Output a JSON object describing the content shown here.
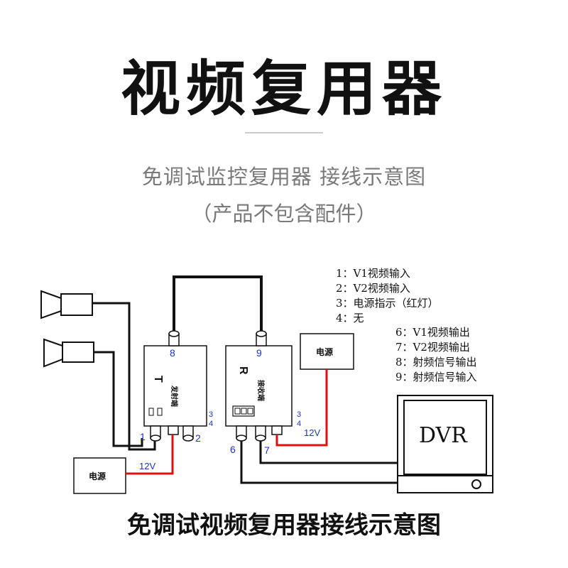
{
  "header": {
    "title": "视频复用器",
    "subtitle": "免调试监控复用器 接线示意图",
    "note": "（产品不包含配件）"
  },
  "diagram": {
    "transmitter": {
      "letter": "T",
      "name": "发射端"
    },
    "receiver": {
      "letter": "R",
      "name": "接收端"
    },
    "power_label": "电源",
    "voltage_label": "12V",
    "dvr_label": "DVR",
    "ports": {
      "p1": "1",
      "p2": "2",
      "p3": "3",
      "p4": "4",
      "p6": "6",
      "p7": "7",
      "p8": "8",
      "p9": "9"
    },
    "legend_left": [
      "1：V1视频输入",
      "2：V2视频输入",
      "3：电源指示（红灯）",
      "4：无"
    ],
    "legend_right": [
      "6：V1视频输出",
      "7：V2视频输出",
      "8：射频信号输出",
      "9：射频信号输入"
    ],
    "colors": {
      "cable": "#111111",
      "power_wire": "#dd1111",
      "port_number": "#1a33c8"
    }
  },
  "footer": {
    "caption": "免调试视频复用器接线示意图"
  }
}
